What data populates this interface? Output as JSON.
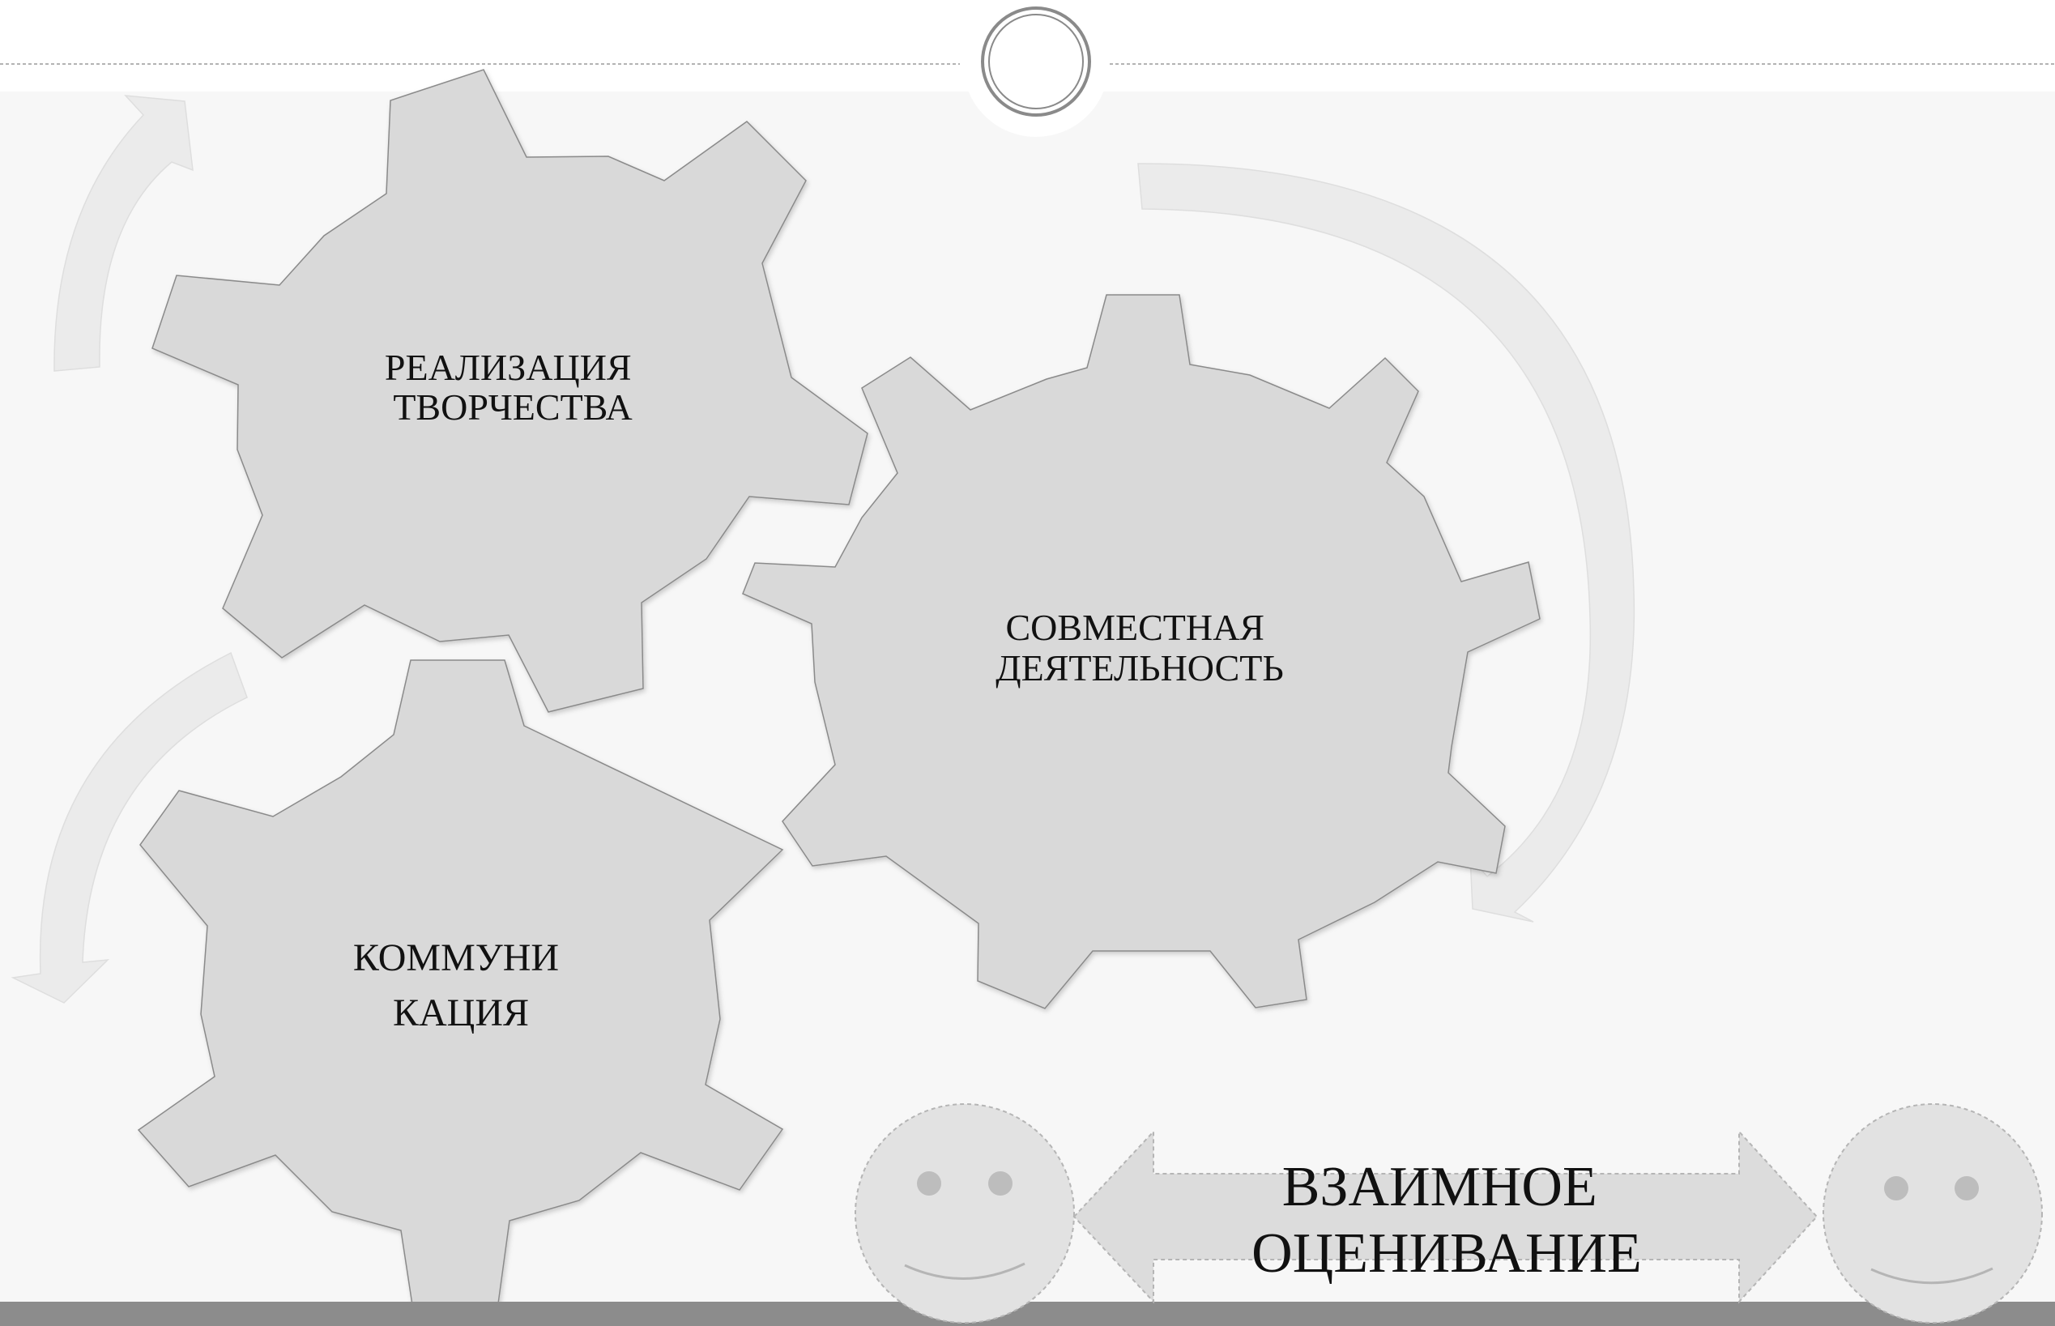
{
  "gears": [
    {
      "id": "creativity",
      "label_lines": [
        "РЕАЛИЗАЦИЯ",
        "ТВОРЧЕСТВА"
      ]
    },
    {
      "id": "joint",
      "label_lines": [
        "СОВМЕСТНАЯ",
        "ДЕЯТЕЛЬНОСТЬ"
      ]
    },
    {
      "id": "communication",
      "label_lines": [
        "КОММУНИ",
        "КАЦИЯ"
      ]
    }
  ],
  "mutual_assessment": {
    "label_lines": [
      "ВЗАИМНОЕ",
      "ОЦЕНИВАНИЕ"
    ]
  },
  "colors": {
    "background": "#f7f7f7",
    "gear_fill": "#d9d9d9",
    "gear_stroke": "#8a8a8a",
    "arrow_fill": "#ebebeb",
    "bottom_bar": "#8c8c8c",
    "text": "#111111"
  }
}
